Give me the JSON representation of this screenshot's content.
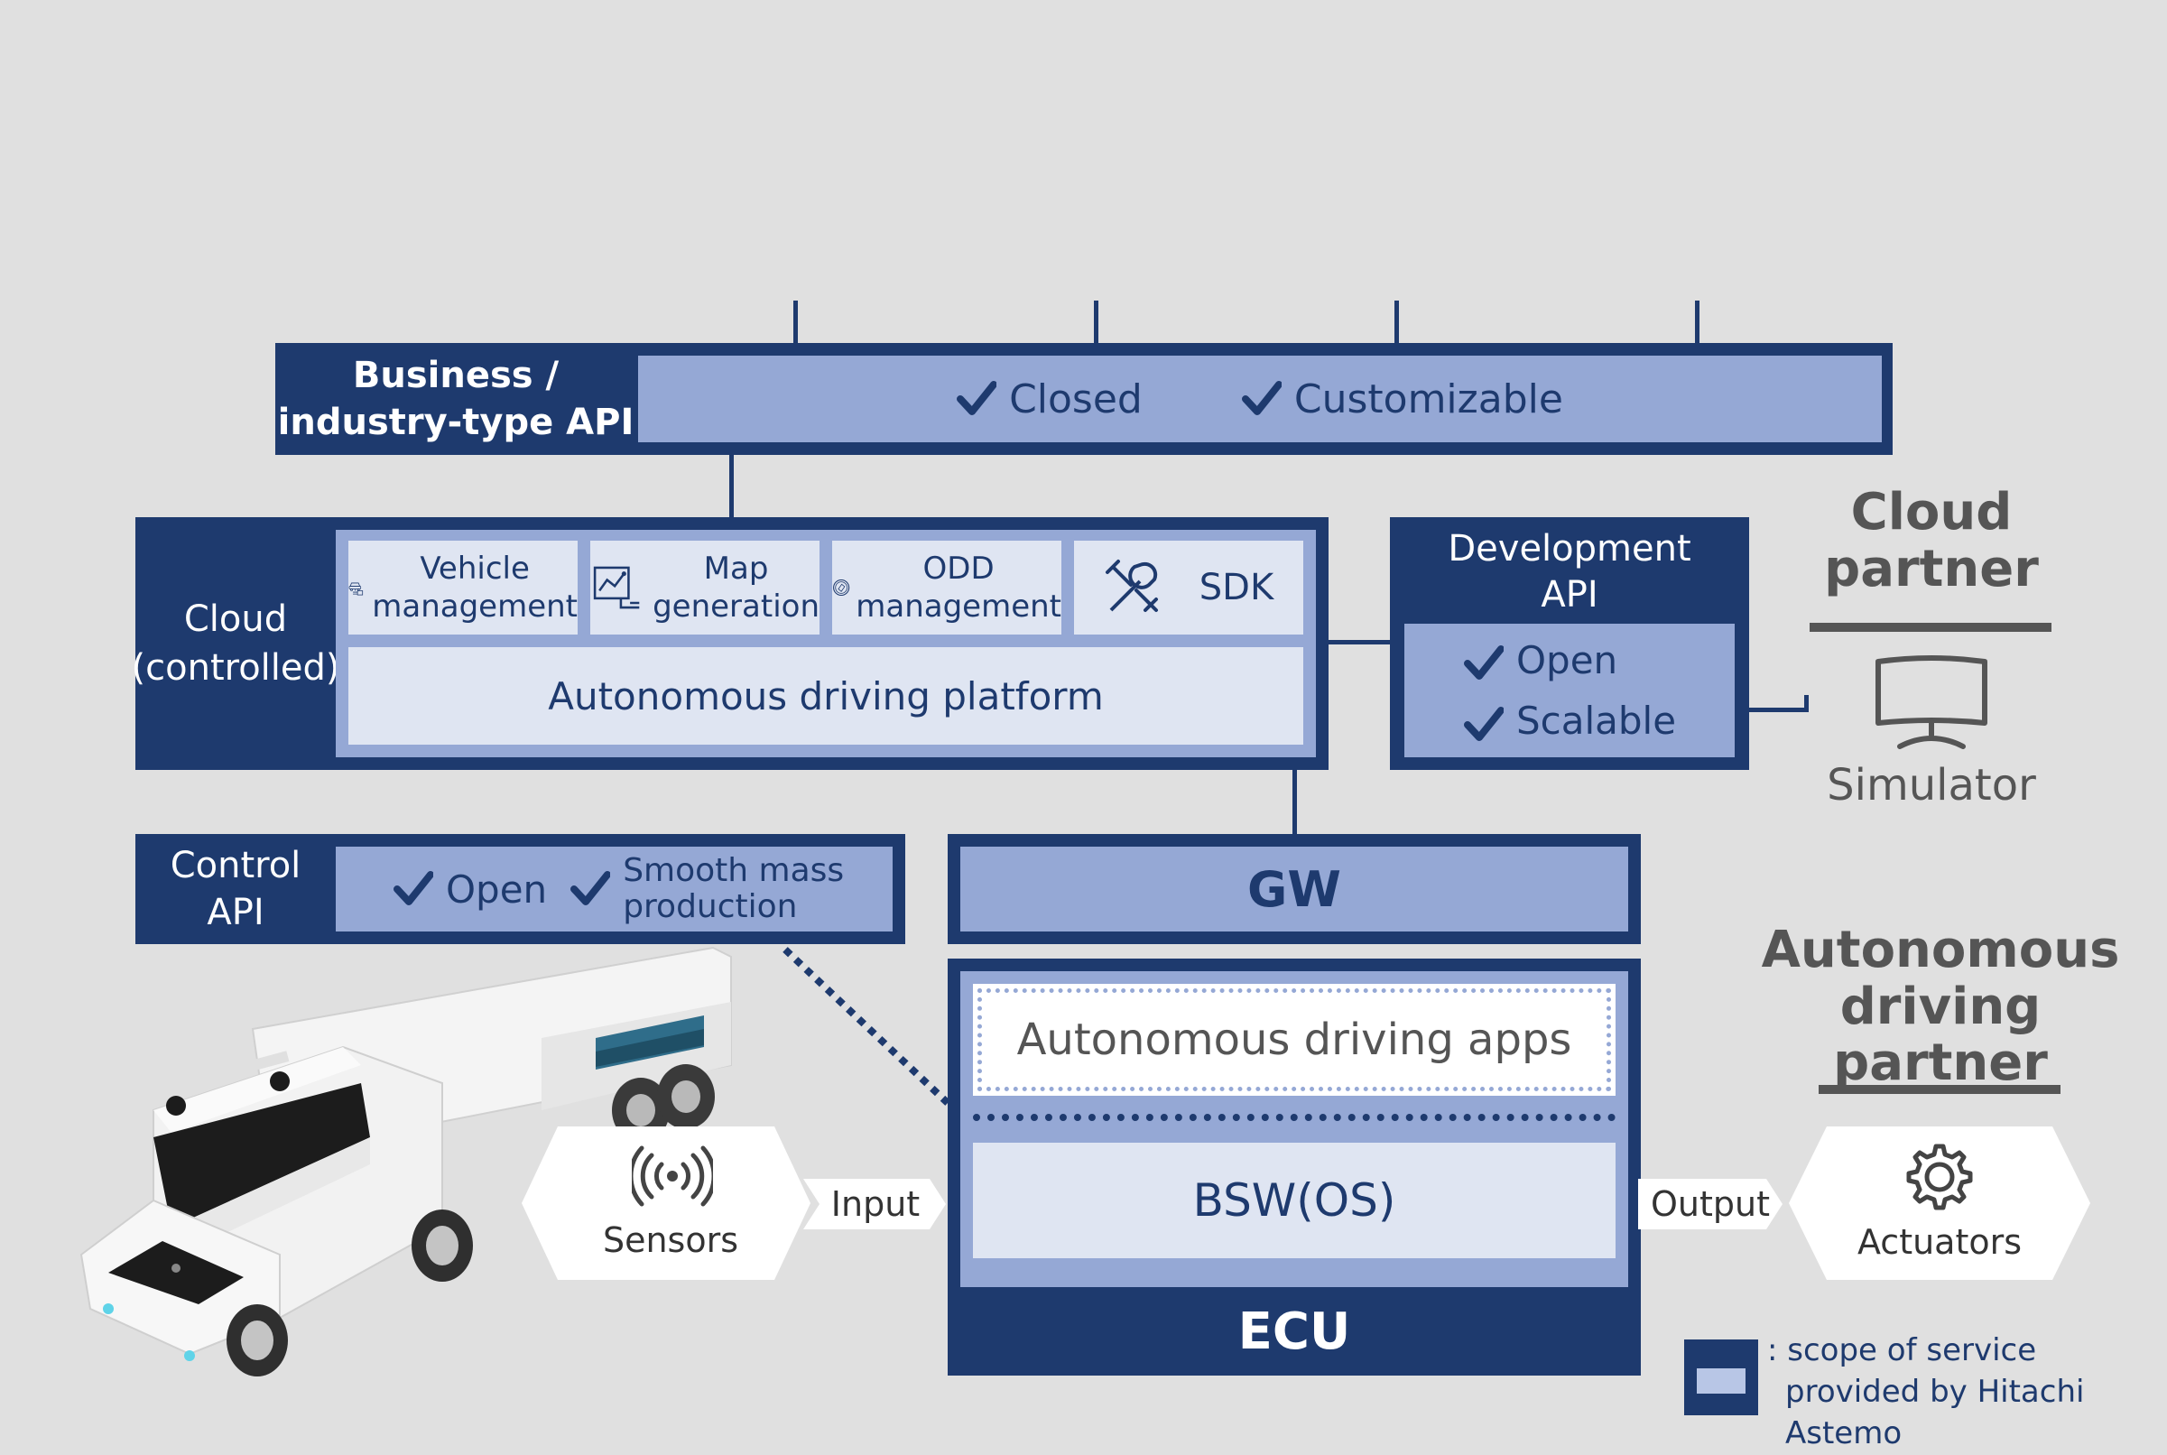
{
  "business_api": {
    "label_line1": "Business /",
    "label_line2": "industry-type API",
    "check1": "Closed",
    "check2": "Customizable"
  },
  "cloud": {
    "label_line1": "Cloud",
    "label_line2": "(controlled)",
    "modules": [
      {
        "line1": "Vehicle",
        "line2": "management",
        "icon": "vehicle-management-icon"
      },
      {
        "line1": "Map",
        "line2": "generation",
        "icon": "map-generation-icon"
      },
      {
        "line1": "ODD",
        "line2": "management",
        "icon": "odd-management-icon"
      },
      {
        "line1": "SDK",
        "line2": "",
        "icon": "tools-icon"
      }
    ],
    "platform": "Autonomous driving platform"
  },
  "development_api": {
    "label_line1": "Development",
    "label_line2": "API",
    "check1": "Open",
    "check2": "Scalable"
  },
  "cloud_partner": {
    "title_line1": "Cloud",
    "title_line2": "partner",
    "device": "Simulator",
    "icon": "monitor-icon"
  },
  "control_api": {
    "label_line1": "Control",
    "label_line2": "API",
    "check1": "Open",
    "check2_line1": "Smooth mass",
    "check2_line2": "production"
  },
  "ecu": {
    "gw": "GW",
    "apps": "Autonomous driving apps",
    "bsw": "BSW(OS)",
    "label": "ECU"
  },
  "io": {
    "sensors": "Sensors",
    "input": "Input",
    "output": "Output",
    "actuators": "Actuators",
    "sensors_icon": "sensor-signal-icon",
    "actuators_icon": "gear-icon"
  },
  "ad_partner": {
    "title_line1": "Autonomous",
    "title_line2": "driving partner"
  },
  "legend": {
    "line1": ": scope of service",
    "line2": "provided by Hitachi Astemo"
  },
  "colors": {
    "navy": "#1e3a6e",
    "mid_blue": "#95a8d5",
    "pale_blue": "#dfe5f2",
    "background": "#e0e0e0",
    "partner_gray": "#555555"
  }
}
